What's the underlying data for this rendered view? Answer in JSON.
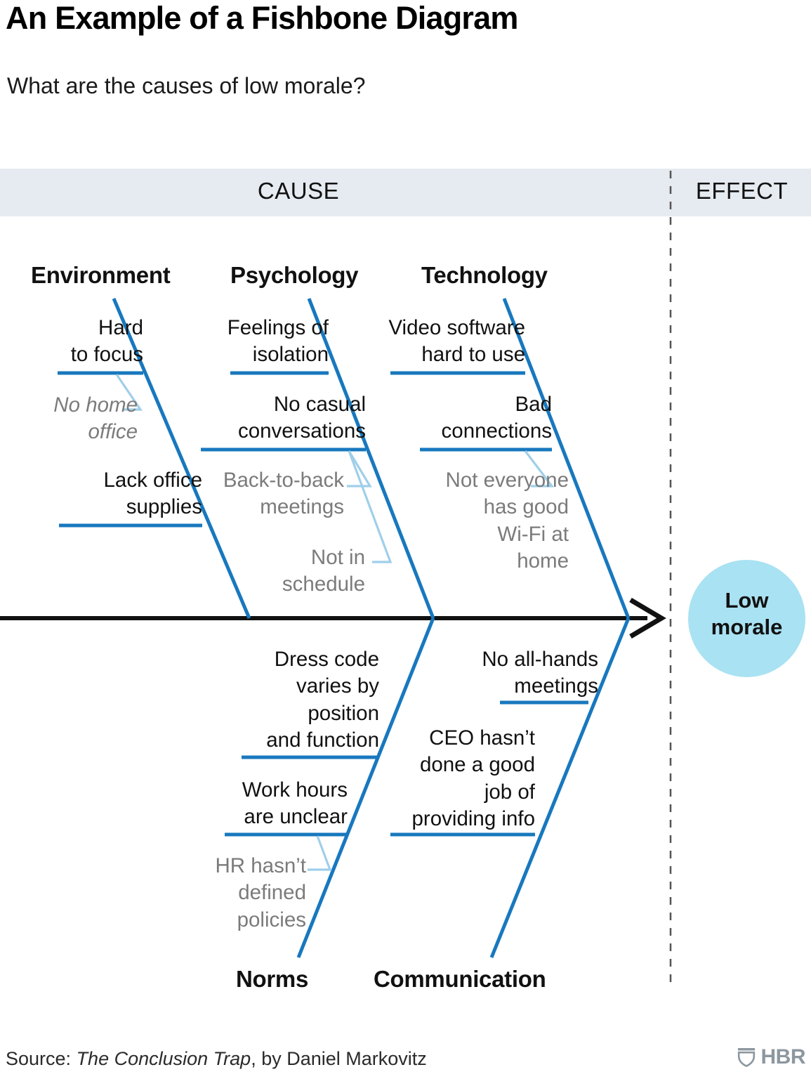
{
  "header": {
    "title": "An Example of a Fishbone Diagram",
    "subtitle": "What are the causes of low morale?",
    "band_cause": "CAUSE",
    "band_effect": "EFFECT"
  },
  "effect": {
    "label": "Low morale",
    "bubble_color": "#a9e2f2"
  },
  "colors": {
    "rib_blue": "#1878be",
    "underline_blue": "#1878be",
    "connector_blue": "#9fcfe9",
    "band_background": "#e6eaf1",
    "sub_cause_gray": "#7b7b7b",
    "spine_black": "#111111",
    "logo_gray": "#8d979f"
  },
  "branches": [
    {
      "category": "Environment",
      "side": "top",
      "causes": [
        {
          "text": "Hard\nto focus"
        },
        {
          "text": "Lack office\nsupplies"
        }
      ],
      "sub_causes": [
        {
          "text": "No home\noffice",
          "italic": true,
          "parent": "Hard to focus"
        }
      ]
    },
    {
      "category": "Psychology",
      "side": "top",
      "causes": [
        {
          "text": "Feelings of\nisolation"
        },
        {
          "text": "No casual\nconversations"
        }
      ],
      "sub_causes": [
        {
          "text": "Back-to-back\nmeetings",
          "italic": false,
          "parent": "No casual conversations"
        },
        {
          "text": "Not in\nschedule",
          "italic": false,
          "parent": "No casual conversations"
        }
      ]
    },
    {
      "category": "Technology",
      "side": "top",
      "causes": [
        {
          "text": "Video software\nhard to use"
        },
        {
          "text": "Bad\nconnections"
        }
      ],
      "sub_causes": [
        {
          "text": "Not everyone\nhas good\nWi-Fi at\nhome",
          "italic": false,
          "parent": "Bad connections"
        }
      ]
    },
    {
      "category": "Norms",
      "side": "bottom",
      "causes": [
        {
          "text": "Dress code\nvaries by\nposition\nand function"
        },
        {
          "text": "Work hours\nare unclear"
        }
      ],
      "sub_causes": [
        {
          "text": "HR hasn’t\ndefined\npolicies",
          "italic": false,
          "parent": "Work hours are unclear"
        }
      ]
    },
    {
      "category": "Communication",
      "side": "bottom",
      "causes": [
        {
          "text": "No all-hands\nmeetings"
        },
        {
          "text": "CEO hasn’t\ndone a good\njob of\nproviding info"
        }
      ],
      "sub_causes": []
    }
  ],
  "labels": {
    "env_title": "Environment",
    "env_c1": "Hard\nto focus",
    "env_s1": "No home\noffice",
    "env_c2": "Lack office\nsupplies",
    "psy_title": "Psychology",
    "psy_c1": "Feelings of\nisolation",
    "psy_c2": "No casual\nconversations",
    "psy_s1": "Back-to-back\nmeetings",
    "psy_s2": "Not in\nschedule",
    "tec_title": "Technology",
    "tec_c1": "Video software\nhard to use",
    "tec_c2": "Bad\nconnections",
    "tec_s1": "Not everyone\nhas good\nWi-Fi at\nhome",
    "nor_title": "Norms",
    "nor_c1": "Dress code\nvaries by\nposition\nand function",
    "nor_c2": "Work hours\nare unclear",
    "nor_s1": "HR hasn’t\ndefined\npolicies",
    "com_title": "Communication",
    "com_c1": "No all-hands\nmeetings",
    "com_c2": "CEO hasn’t\ndone a good\njob of\nproviding info"
  },
  "footer": {
    "source_prefix": "Source: ",
    "source_book": "The Conclusion Trap",
    "source_suffix": ", by Daniel Markovitz",
    "logo_text": "HBR"
  }
}
